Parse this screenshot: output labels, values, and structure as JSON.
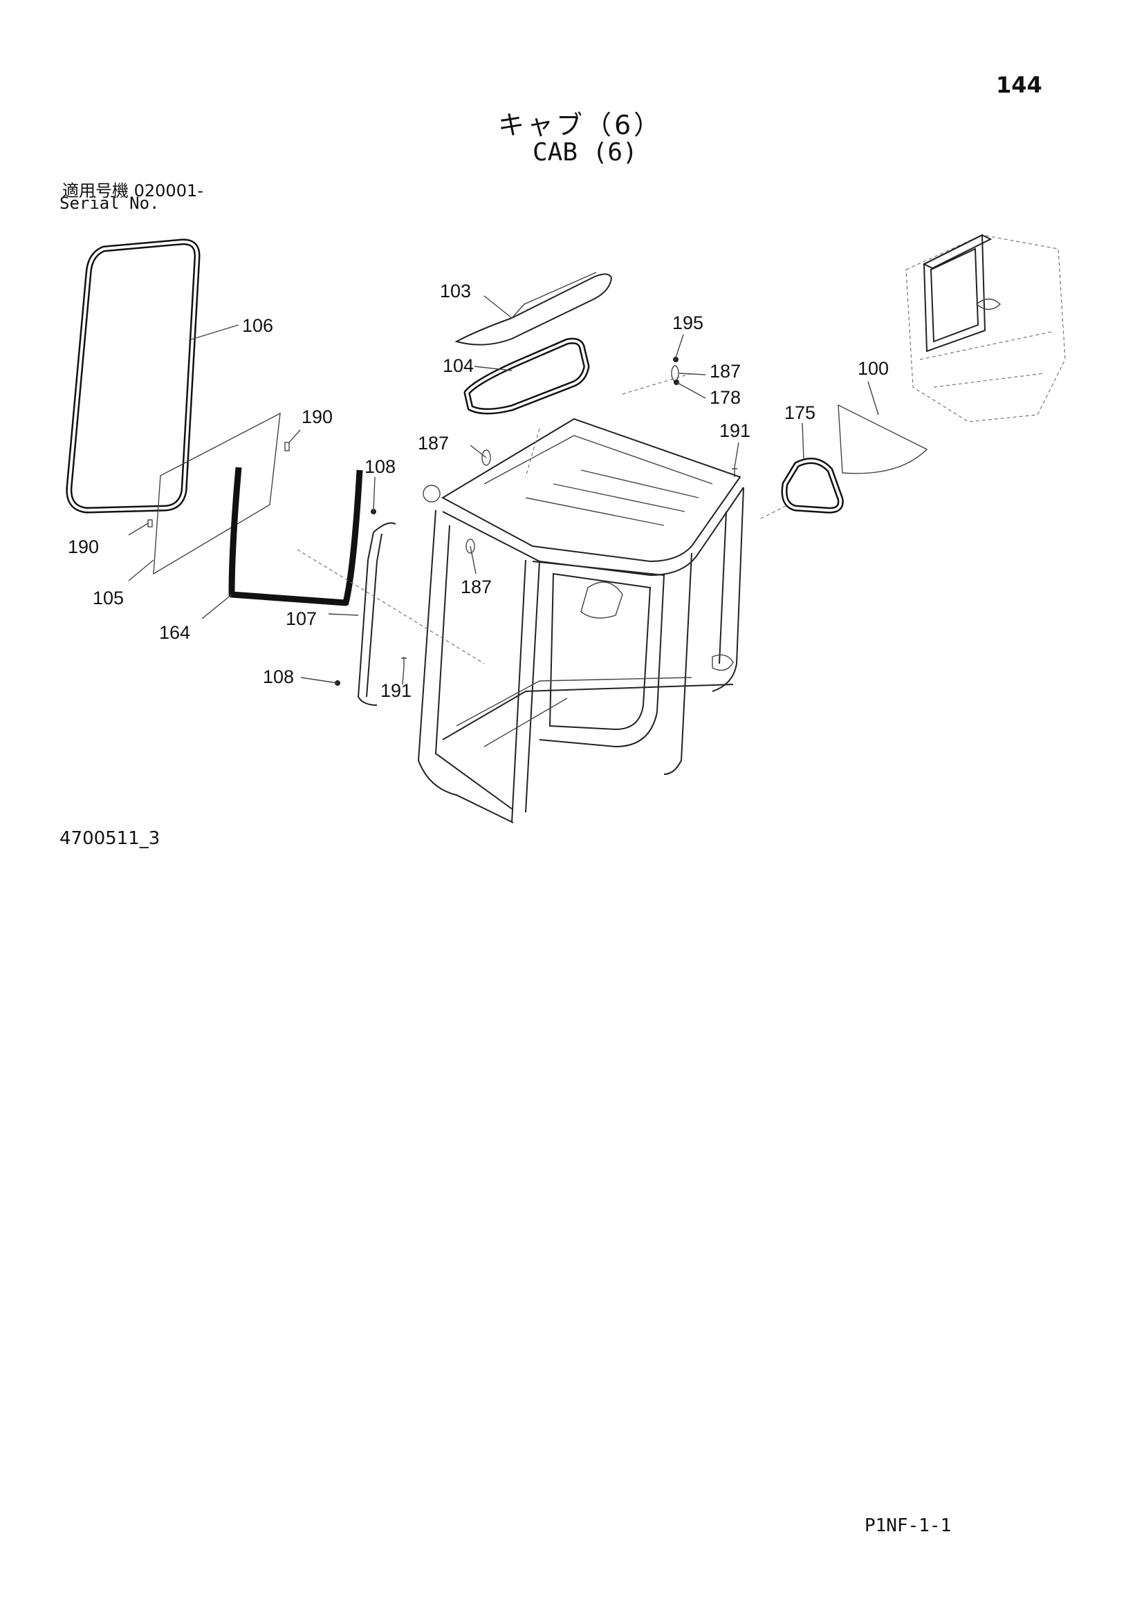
{
  "page": {
    "number": "144",
    "title_ja": "キャブ（6）",
    "title_en": "CAB (6)",
    "serial_label_ja": "適用号機  020001-",
    "serial_label_en": "Serial No.",
    "drawing_id": "4700511_3",
    "page_code": "P1NF-1-1"
  },
  "callouts": {
    "c106": "106",
    "c190a": "190",
    "c190b": "190",
    "c105": "105",
    "c164": "164",
    "c108a": "108",
    "c108b": "108",
    "c107": "107",
    "c191a": "191",
    "c191b": "191",
    "c187a": "187",
    "c187b": "187",
    "c187c": "187",
    "c103": "103",
    "c104": "104",
    "c195": "195",
    "c178": "178",
    "c175": "175",
    "c100": "100"
  },
  "icons": {
    "location-inset": "cab-location-inset-icon"
  }
}
